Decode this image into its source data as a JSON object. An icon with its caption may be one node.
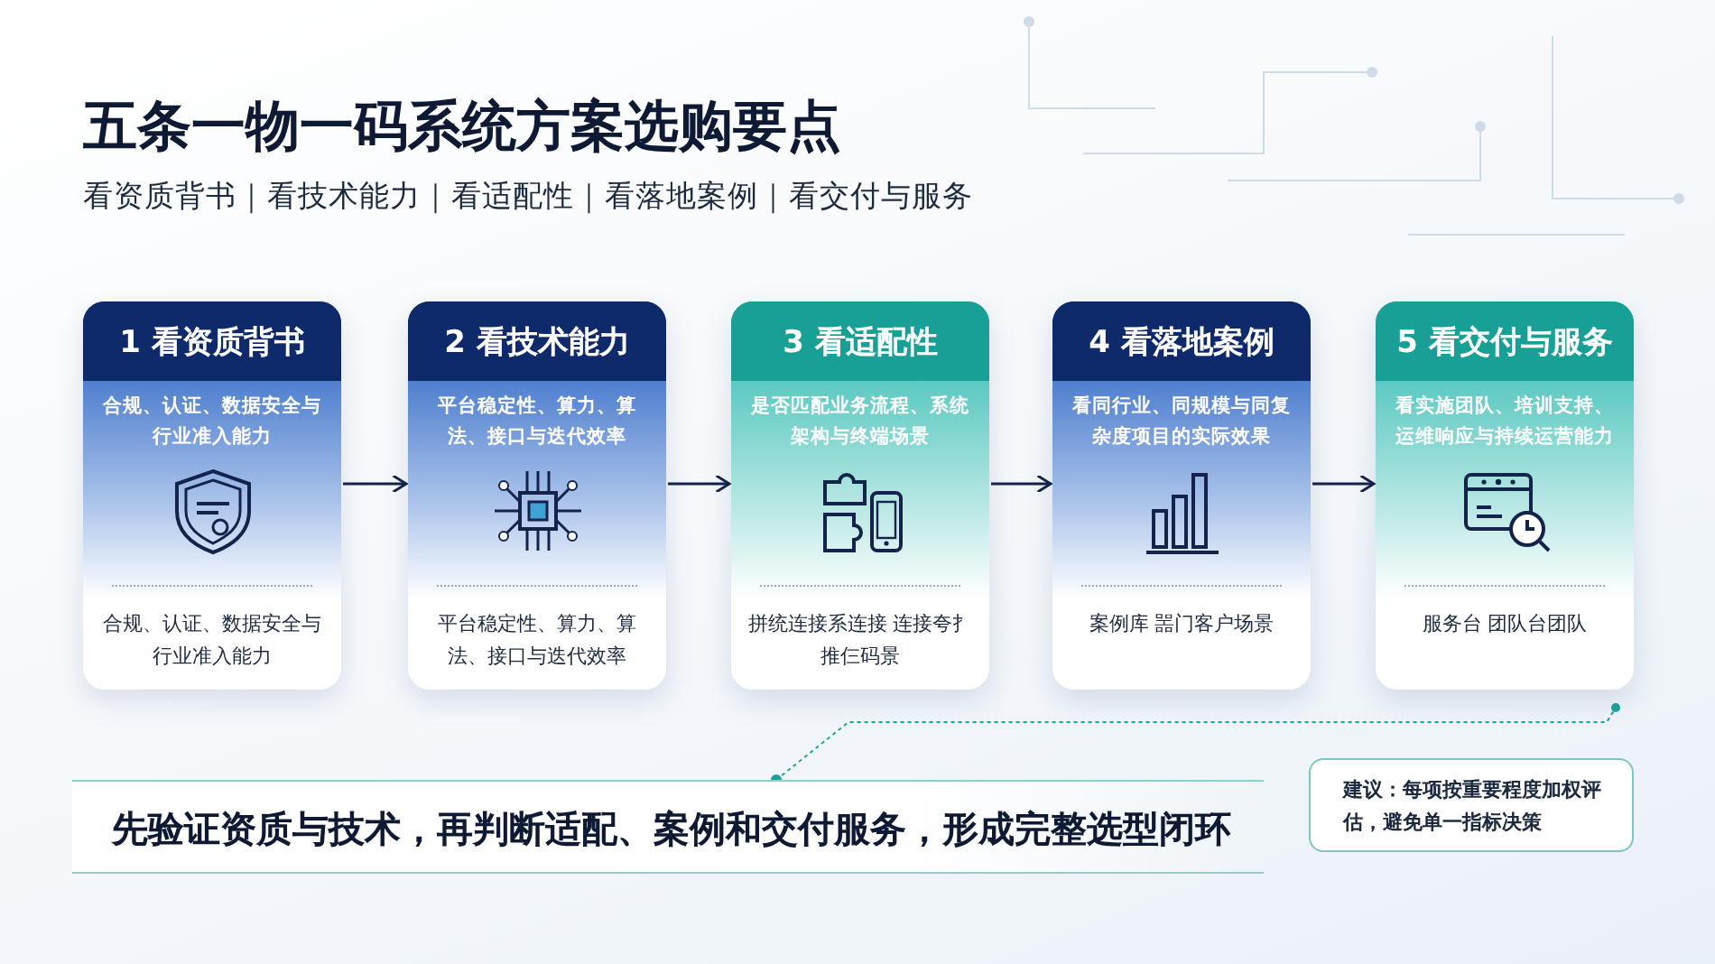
{
  "diagram": {
    "title": "五条一物一码系统方案选购要点",
    "nodes": [
      {
        "text": [
          "1 看资质背书",
          "合规、认证、数据安全与行业准入能力",
          "合规、认证、数据安全与行业准入能力"
        ]
      },
      {
        "text": [
          "2 看技术能力",
          "平台稳定性、算力、算法、接口与迭代效率",
          "平台稳定性、算力、算法、接口与迭代效率"
        ]
      },
      {
        "text": [
          "3 看适配性",
          "是否匹配业务流程、系统架构与终端场景",
          "拼统连接系连接 连接夸扌推仨码景"
        ]
      },
      {
        "text": [
          "4 看落地案例",
          "看同行业、同规模与同复杂度项目的实际效果",
          "案例库 噐门客户场景"
        ]
      },
      {
        "text": [
          "5 看交付与服务",
          "看实施团队、培训支持、运维响应与持续运营能力",
          "服务台 团队台团队"
        ]
      },
      {
        "text": [
          "先验证资质与技术，再判断适配、案例和交付服务，形成完整选型闭环"
        ]
      },
      {
        "text": [
          "建议：每项按重要程度加权评估，避免单一指标决策"
        ]
      }
    ],
    "edges": [
      {
        "from": 0,
        "to": 1,
        "arrow": "to"
      },
      {
        "from": 1,
        "to": 2,
        "arrow": "to"
      },
      {
        "from": 2,
        "to": 3,
        "arrow": "to"
      },
      {
        "from": 3,
        "to": 4,
        "arrow": "to"
      }
    ],
    "labels": [
      "看资质背书｜看技术能力｜看适配性｜看落地案例｜看交付与服务"
    ]
  }
}
